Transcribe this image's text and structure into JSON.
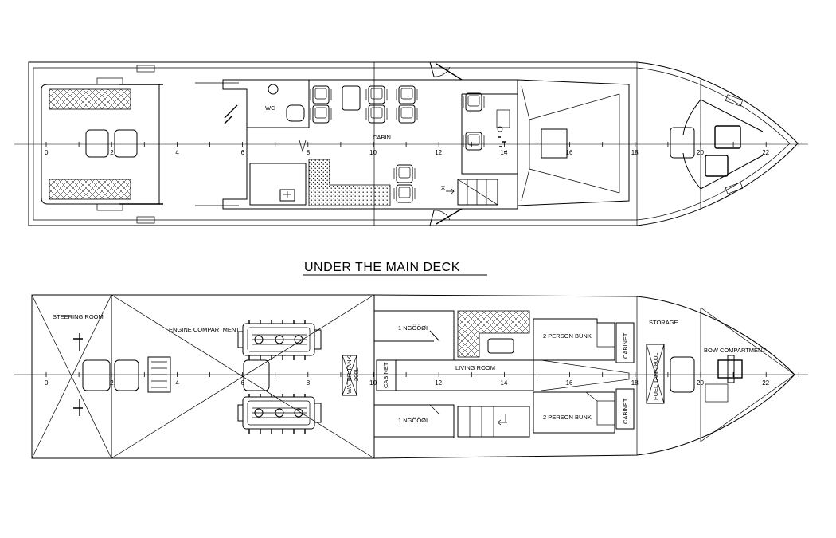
{
  "title": "UNDER THE MAIN DECK",
  "stations": [
    "0",
    "2",
    "4",
    "6",
    "8",
    "10",
    "12",
    "14",
    "16",
    "18",
    "20",
    "22"
  ],
  "upper_deck": {
    "labels": {
      "wc": "WC",
      "cabin": "CABIN",
      "x_mark": "X"
    }
  },
  "lower_deck": {
    "labels": {
      "steering_room": "STEERING ROOM",
      "engine_compartment": "ENGINE COMPARTMENT",
      "water_tank": "WATER TANK",
      "water_tank_capacity": "200L",
      "cabinet_left": "CABINET",
      "living_room": "LIVING ROOM",
      "berth_top": "1 NGÖÖØI",
      "berth_bottom": "1 NGÖÖØI",
      "bunk_top": "2 PERSON BUNK",
      "bunk_bottom": "2 PERSON BUNK",
      "cabinet_top": "CABINET",
      "cabinet_bottom": "CABINET",
      "storage": "STORAGE",
      "fuel_tank": "FUEL TANK-800L",
      "bow_compartment": "BOW COMPARTMENT"
    }
  }
}
